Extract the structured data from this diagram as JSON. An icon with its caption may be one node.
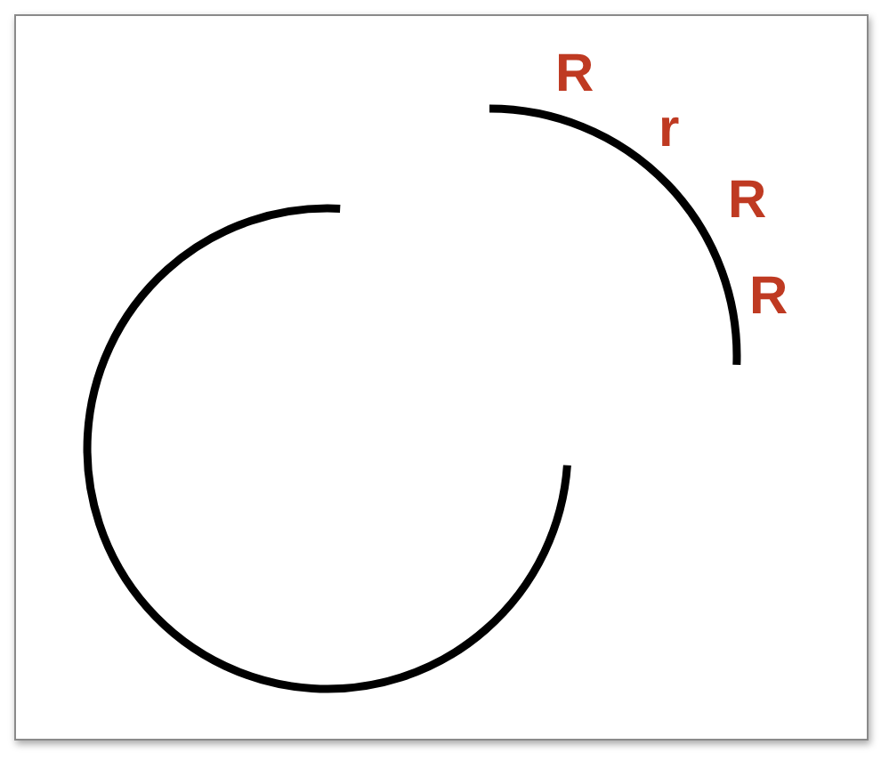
{
  "diagram": {
    "labels": [
      "R",
      "r",
      "R",
      "R"
    ]
  }
}
